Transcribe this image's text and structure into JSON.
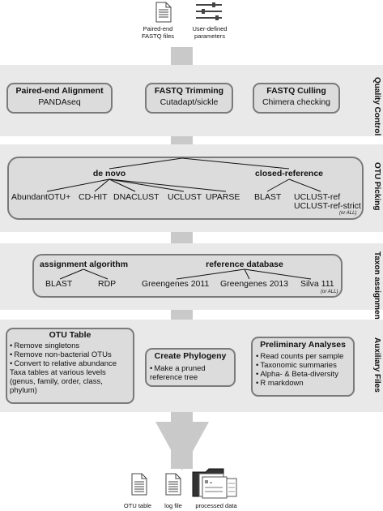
{
  "inputs": {
    "paired_end": "Paired-end\nFASTQ files",
    "user_defined": "User-defined\nparameters"
  },
  "quality_control": {
    "side_label": "Quality Control",
    "boxes": [
      {
        "title": "Paired-end Alignment",
        "sub": "PANDAseq"
      },
      {
        "title": "FASTQ Trimming",
        "sub": "Cutadapt/sickle"
      },
      {
        "title": "FASTQ Culling",
        "sub": "Chimera checking"
      }
    ]
  },
  "otu_picking": {
    "side_label": "OTU Picking",
    "de_novo": "de novo",
    "closed_reference": "closed-reference",
    "de_novo_methods": [
      "AbundantOTU+",
      "CD-HIT",
      "DNACLUST",
      "UCLUST",
      "UPARSE"
    ],
    "closed_methods": [
      "BLAST",
      "UCLUST-ref",
      "UCLUST-ref-strict"
    ],
    "note": "(or ALL)"
  },
  "taxon": {
    "side_label": "Taxon assignment",
    "algorithm_title": "assignment algorithm",
    "database_title": "reference database",
    "algorithms": [
      "BLAST",
      "RDP"
    ],
    "databases": [
      "Greengenes 2011",
      "Greengenes 2013",
      "Silva 111"
    ],
    "note": "(or ALL)"
  },
  "auxiliary": {
    "side_label": "Auxiliary Files",
    "otu_table": {
      "title": "OTU Table",
      "items": [
        "Remove singletons",
        "Remove non-bacterial OTUs",
        "Convert to relative abundance"
      ],
      "extra": "Taxa tables at various levels\n(genus, family, order, class,\nphylum)"
    },
    "phylogeny": {
      "title": "Create Phylogeny",
      "items": [
        "Make a pruned\nreference tree"
      ]
    },
    "preliminary": {
      "title": "Preliminary Analyses",
      "items": [
        "Read counts per sample",
        "Taxonomic summaries",
        "Alpha- & Beta-diversity",
        "R markdown"
      ]
    }
  },
  "outputs": {
    "otu_table": "OTU table",
    "log_file": "log file",
    "processed_data": "processed data"
  }
}
